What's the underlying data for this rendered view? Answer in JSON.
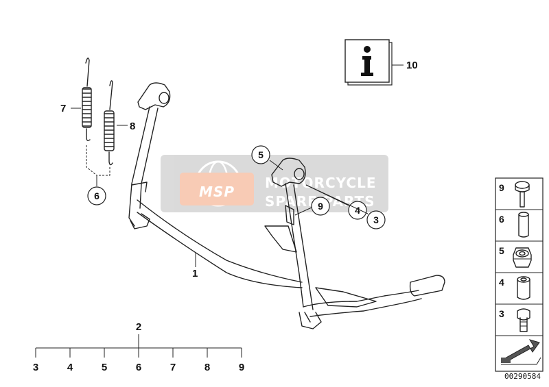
{
  "callouts": {
    "c1": "1",
    "c2": "2",
    "c3": "3",
    "c4": "4",
    "c5": "5",
    "c6": "6",
    "c7": "7",
    "c8": "8",
    "c9": "9",
    "c10": "10"
  },
  "tree": {
    "root": "2",
    "leaves": [
      "3",
      "4",
      "5",
      "6",
      "7",
      "8",
      "9"
    ]
  },
  "info_box": {
    "glyph": "i"
  },
  "side_panel": {
    "items": [
      "9",
      "6",
      "5",
      "4",
      "3"
    ]
  },
  "watermark": {
    "logo": "MSP",
    "line1": "MOTORCYCLE",
    "line2": "SPARE PARTS"
  },
  "image_number": "00290584",
  "colors": {
    "line": "#222222",
    "watermark_orange": "#f4a27a",
    "watermark_grey": "#d0d0d0"
  }
}
